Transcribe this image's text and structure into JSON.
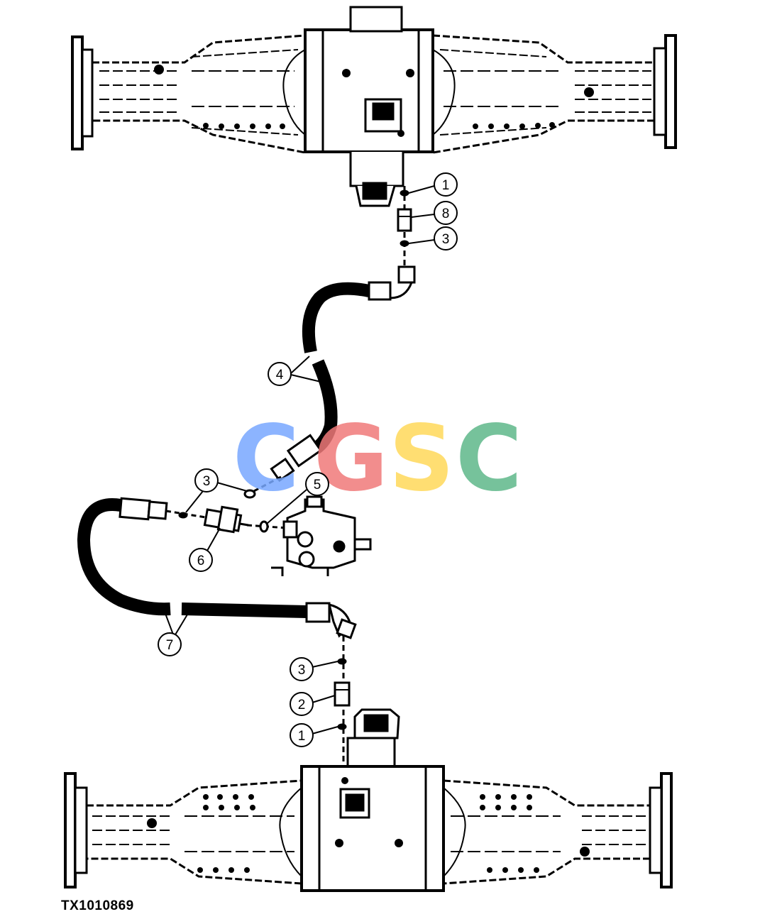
{
  "figure_id": "TX1010869",
  "watermark": {
    "letters": [
      "C",
      "G",
      "S",
      "C"
    ],
    "colors": [
      "#78a8ff",
      "#f07a7a",
      "#ffd95a",
      "#5fb88a"
    ]
  },
  "callouts": [
    {
      "id": "c1-top",
      "label": "1"
    },
    {
      "id": "c8",
      "label": "8"
    },
    {
      "id": "c3-top",
      "label": "3"
    },
    {
      "id": "c4",
      "label": "4"
    },
    {
      "id": "c3-mid",
      "label": "3"
    },
    {
      "id": "c5",
      "label": "5"
    },
    {
      "id": "c6",
      "label": "6"
    },
    {
      "id": "c7",
      "label": "7"
    },
    {
      "id": "c3-low",
      "label": "3"
    },
    {
      "id": "c2",
      "label": "2"
    },
    {
      "id": "c1-low",
      "label": "1"
    }
  ]
}
